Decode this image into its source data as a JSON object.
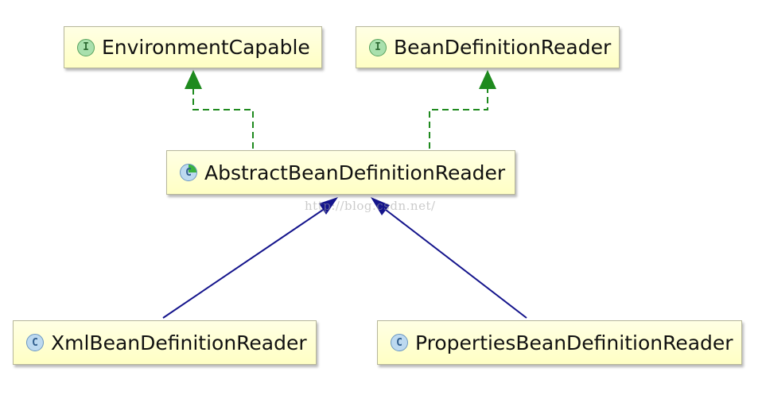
{
  "nodes": {
    "environment_capable": {
      "label": "EnvironmentCapable",
      "badge": "I"
    },
    "bean_definition_reader": {
      "label": "BeanDefinitionReader",
      "badge": "I"
    },
    "abstract_bean_definition_reader": {
      "label": "AbstractBeanDefinitionReader",
      "badge": "C"
    },
    "xml_bean_definition_reader": {
      "label": "XmlBeanDefinitionReader",
      "badge": "C"
    },
    "properties_bean_definition_reader": {
      "label": "PropertiesBeanDefinitionReader",
      "badge": "C"
    }
  },
  "watermark": "http://blog.csdn.net/",
  "colors": {
    "realization_edge": "#1e8a1e",
    "inheritance_edge": "#14148c",
    "node_fill": "#ffffcc",
    "node_border": "#b7b79a"
  }
}
